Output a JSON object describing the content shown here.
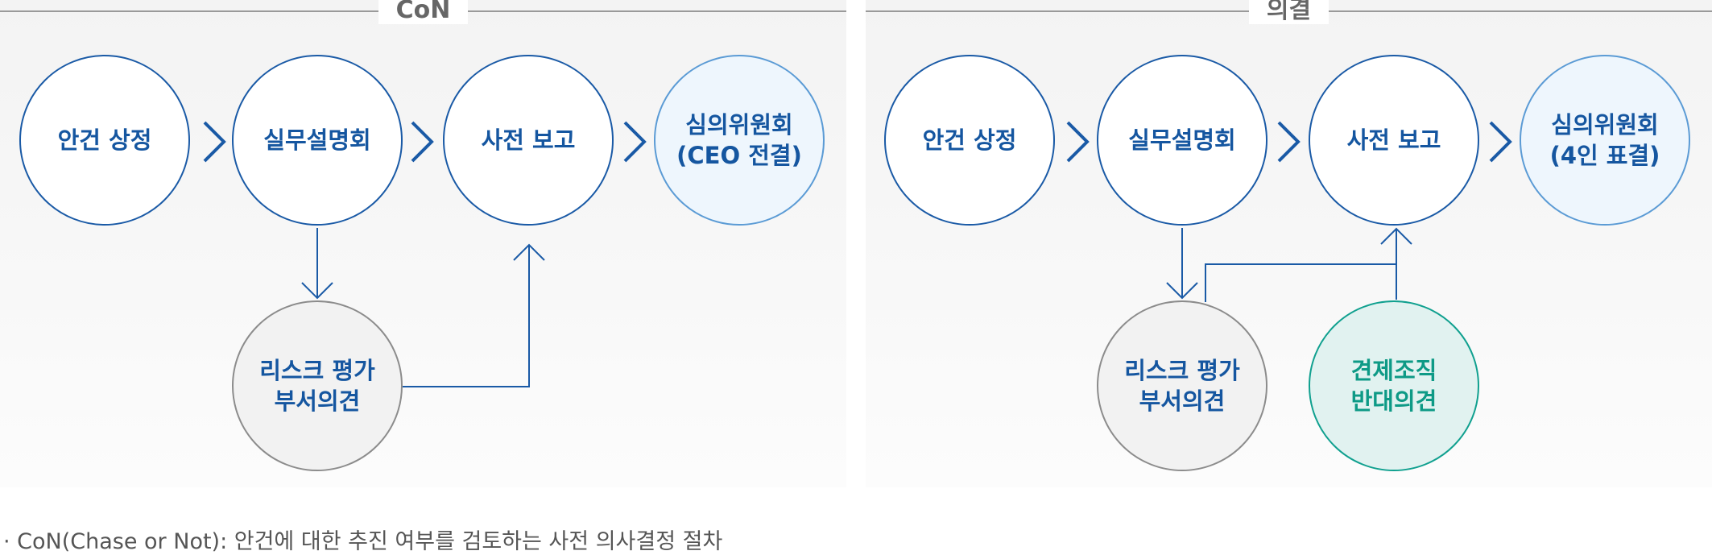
{
  "left_panel": {
    "title": "CoN",
    "nodes": {
      "agenda": "안건 상정",
      "briefing": "실무설명회",
      "prereport": "사전 보고",
      "committee_line1": "심의위원회",
      "committee_line2": "(CEO 전결)",
      "risk_line1": "리스크 평가",
      "risk_line2": "부서의견"
    }
  },
  "right_panel": {
    "title": "의결",
    "nodes": {
      "agenda": "안건 상정",
      "briefing": "실무설명회",
      "prereport": "사전 보고",
      "committee_line1": "심의위원회",
      "committee_line2": "(4인 표결)",
      "risk_line1": "리스크 평가",
      "risk_line2": "부서의견",
      "check_line1": "견제조직",
      "check_line2": "반대의견"
    }
  },
  "footnote": "· CoN(Chase or Not): 안건에 대한 추진 여부를 검토하는 사전 의사결정 절차",
  "colors": {
    "accent_blue": "#1a5aa6",
    "text_blue": "#1556a0",
    "light_blue_fill": "#eef6fd",
    "teal": "#10a08f",
    "teal_fill": "#e1f2f0",
    "gray_fill": "#f2f2f2"
  }
}
